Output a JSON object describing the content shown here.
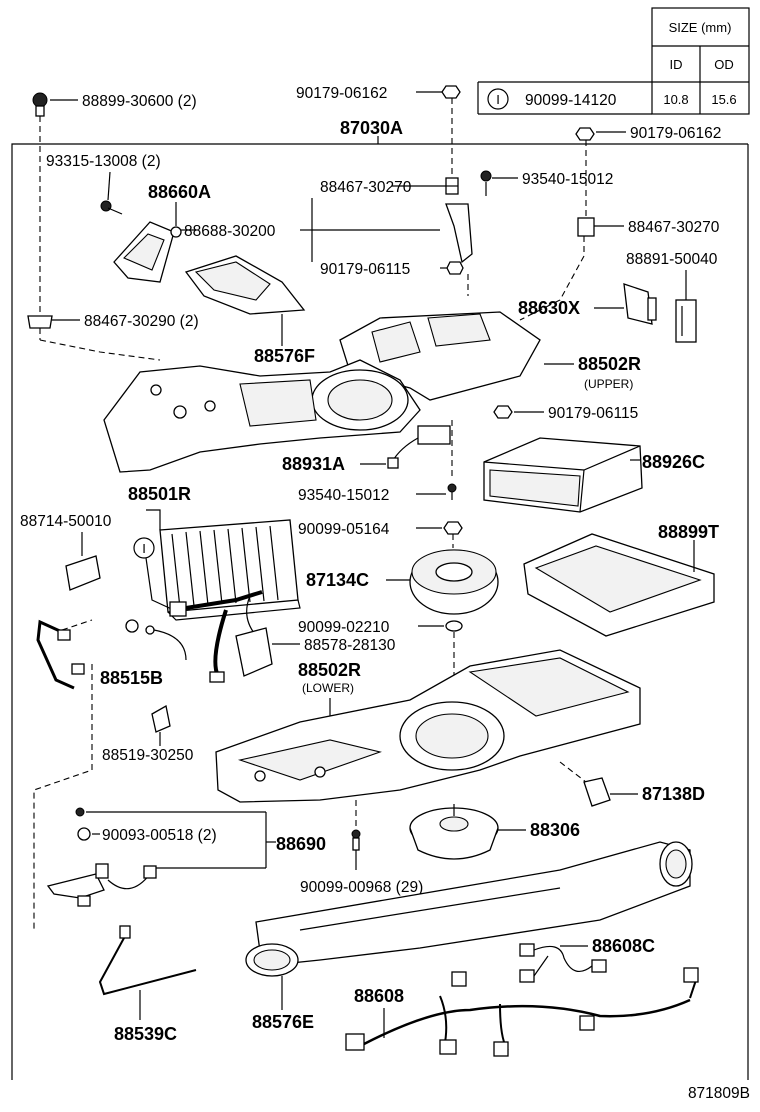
{
  "size_table": {
    "title": "SIZE (mm)",
    "col_id": "ID",
    "col_od": "OD",
    "symbol": "I",
    "part_no": "90099-14120",
    "id_value": "10.8",
    "od_value": "15.6"
  },
  "assembly_label": "87030A",
  "figure_code": "871809B",
  "labels": {
    "l88899_30600": "88899-30600 (2)",
    "l90179_06162_top": "90179-06162",
    "l90179_06162_right": "90179-06162",
    "l93315_13008": "93315-13008 (2)",
    "l88660A": "88660A",
    "l88688_30200": "88688-30200",
    "l88467_30270_a": "88467-30270",
    "l93540_15012_a": "93540-15012",
    "l88467_30270_b": "88467-30270",
    "l90179_06115_a": "90179-06115",
    "l88891_50040": "88891-50040",
    "l88467_30290": "88467-30290 (2)",
    "l88630X": "88630X",
    "l88576F": "88576F",
    "l88502R_upper": "88502R",
    "upper_note": "(UPPER)",
    "l90179_06115_b": "90179-06115",
    "l88931A": "88931A",
    "l88926C": "88926C",
    "l93540_15012_b": "93540-15012",
    "l88501R": "88501R",
    "l88714_50010": "88714-50010",
    "l90099_05164": "90099-05164",
    "l88899T": "88899T",
    "l87134C": "87134C",
    "l90099_02210": "90099-02210",
    "l88578_28130": "88578-28130",
    "l88515B": "88515B",
    "l88502R_lower": "88502R",
    "lower_note": "(LOWER)",
    "l88519_30250": "88519-30250",
    "l87138D": "87138D",
    "l90093_00518": "90093-00518 (2)",
    "l88690": "88690",
    "l88306": "88306",
    "l90099_00968": "90099-00968 (29)",
    "l88608C": "88608C",
    "l88608": "88608",
    "l88539C": "88539C",
    "l88576E": "88576E",
    "callout_symbol": "I"
  },
  "icons": {
    "drawing": "exploded-parts-diagram"
  }
}
